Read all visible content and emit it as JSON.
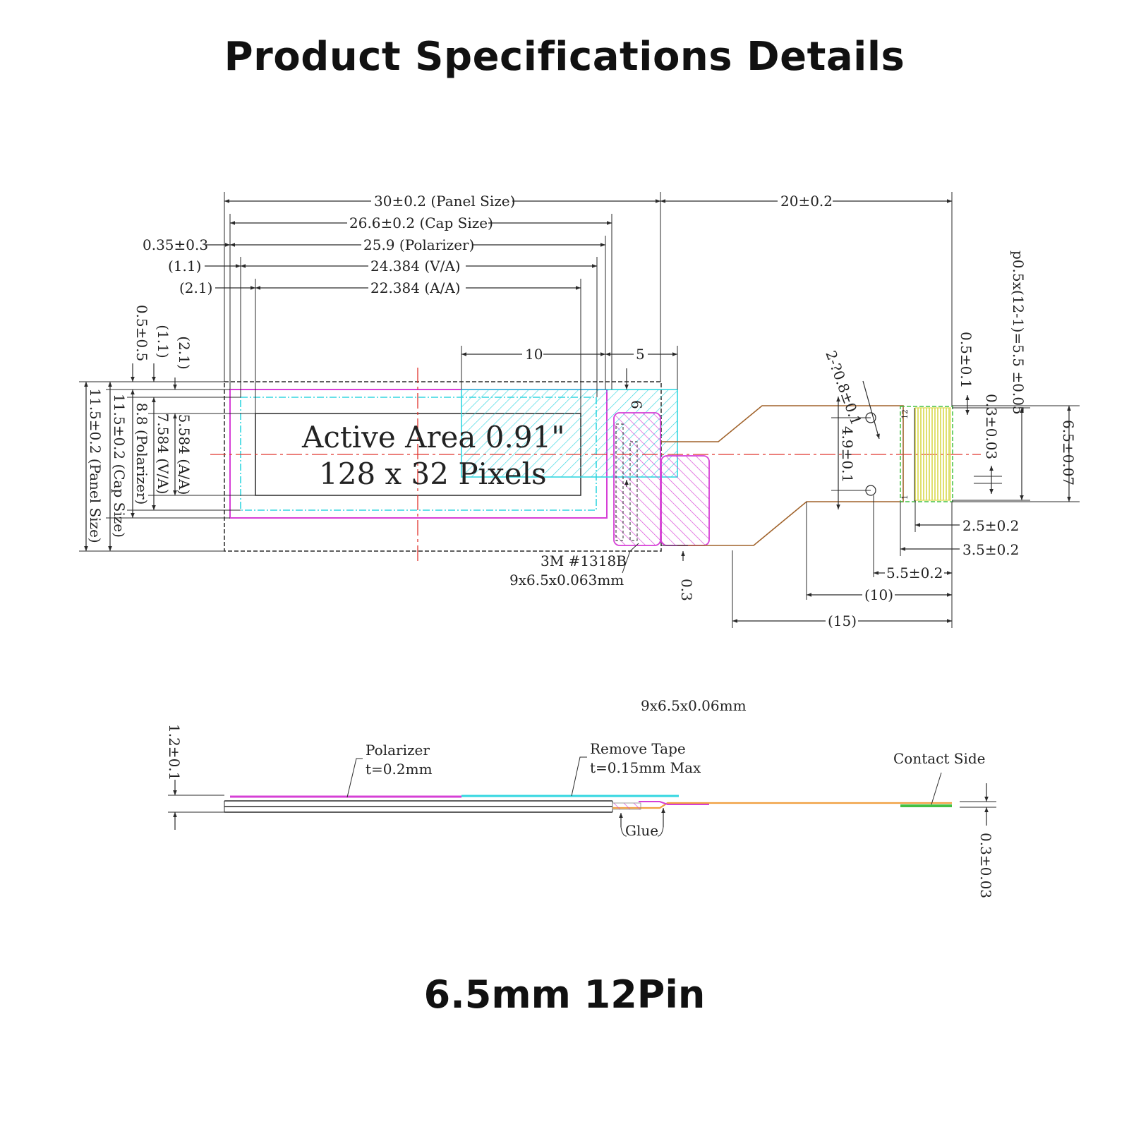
{
  "title": "Product Specifications Details",
  "footer": "6.5mm 12Pin",
  "colors": {
    "polarizer": "#d63fd6",
    "active_area": "#33d6e0",
    "fpc": "#a0622a",
    "center_line": "#e0342c",
    "contact": "#43c043",
    "pins": "#d9d94a"
  },
  "top_view": {
    "panel_size": "30±0.2 (Panel Size)",
    "cap_size": "26.6±0.2 (Cap Size)",
    "polarizer": "25.9 (Polarizer)",
    "va": "24.384 (V/A)",
    "aa": "22.384 (A/A)",
    "fpc_length": "20±0.2",
    "offset_035": "0.35±0.3",
    "offset_11": "(1.1)",
    "offset_21": "(2.1)",
    "v_05": "0.5±0.5",
    "v_11": "(1.1)",
    "v_21": "(2.1)",
    "h_panel": "11.5±0.2 (Panel Size)",
    "h_cap": "11.5±0.2 (Cap Size)",
    "h_polarizer": "8.8 (Polarizer)",
    "h_va": "7.584 (V/A)",
    "h_aa": "5.584 (A/A)",
    "dim_10": "10",
    "dim_5": "5",
    "dim_6": "6",
    "dim_03_small": "0.3",
    "active_area_line1": "Active Area 0.91\"",
    "active_area_line2": "128 x 32 Pixels",
    "tape_line1": "3M #1318B",
    "tape_line2": "9x6.5x0.063mm",
    "hole": "2-?0.8±0.1",
    "dim_49": "4.9±0.1",
    "dim_05_01": "0.5±0.1",
    "dim_03_003": "0.3±0.03",
    "pitch": "p0.5x(12-1)=5.5 ±0.05",
    "dim_65": "6.5±0.07",
    "dim_25": "2.5±0.2",
    "dim_35": "3.5±0.2",
    "dim_55": "5.5±0.2",
    "dim_10p": "(10)",
    "dim_15p": "(15)",
    "pin_12": "12",
    "pin_1": "1"
  },
  "side_view": {
    "tape_note": "9x6.5x0.06mm",
    "polarizer_line1": "Polarizer",
    "polarizer_line2": "t=0.2mm",
    "remove_line1": "Remove Tape",
    "remove_line2": "t=0.15mm Max",
    "contact": "Contact Side",
    "glue": "Glue",
    "thickness": "1.2±0.1",
    "fpc_thickness": "0.3±0.03"
  }
}
